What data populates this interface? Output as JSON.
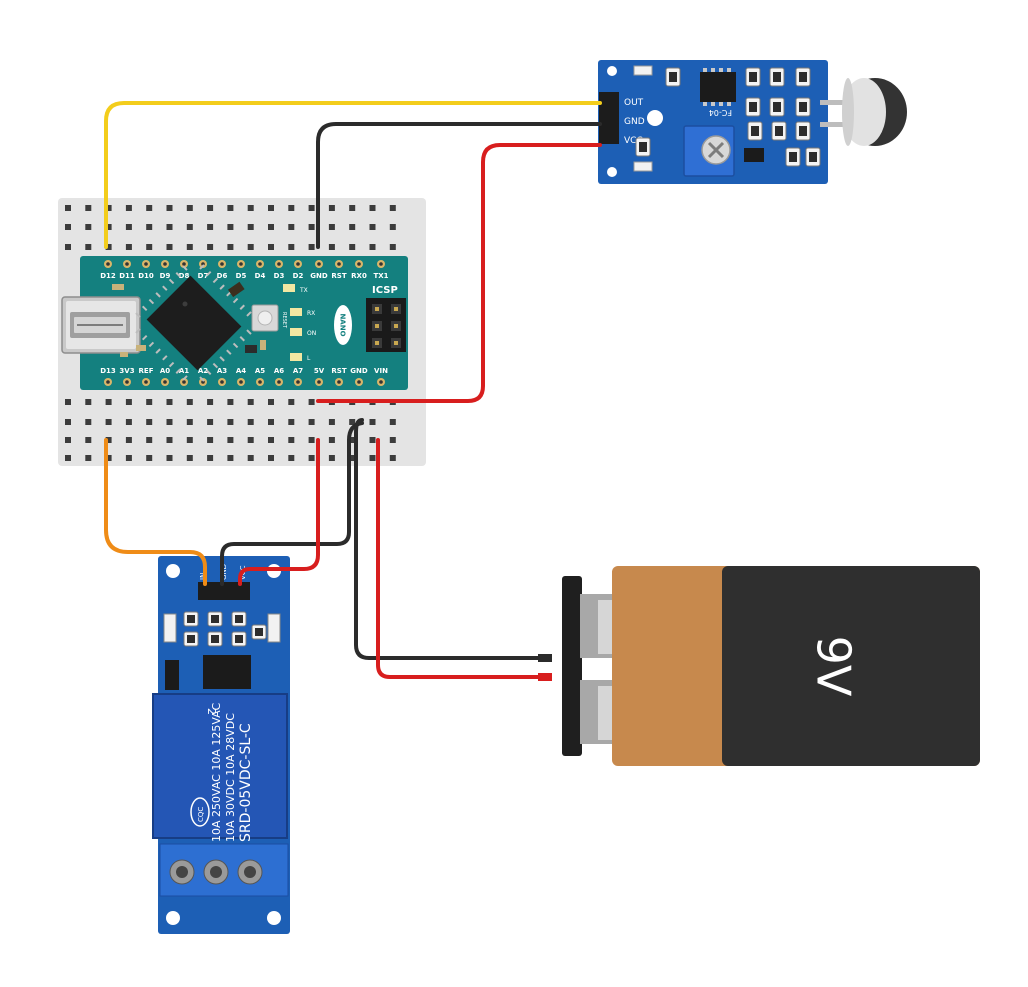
{
  "colors": {
    "breadboard": "#e4e4e4",
    "arduino_pcb": "#14807f",
    "module_pcb": "#1d5fb5",
    "relay_body": "#2456b5",
    "wire_yellow": "#f3cd1c",
    "wire_black": "#2b2b2b",
    "wire_red": "#d81e1e",
    "wire_orange": "#ef8c17",
    "battery_orange": "#c7894d",
    "battery_dark": "#2f2f2f"
  },
  "arduino": {
    "top_pins": [
      "D12",
      "D11",
      "D10",
      "D9",
      "D8",
      "D7",
      "D6",
      "D5",
      "D4",
      "D3",
      "D2",
      "GND",
      "RST",
      "RX0",
      "TX1"
    ],
    "bottom_pins": [
      "D13",
      "3V3",
      "REF",
      "A0",
      "A1",
      "A2",
      "A3",
      "A4",
      "A5",
      "A6",
      "A7",
      "5V",
      "RST",
      "GND",
      "VIN"
    ],
    "icsp_label": "ICSP",
    "nano_label": "NANO",
    "led_labels": [
      "TX",
      "RX",
      "ON",
      "L"
    ],
    "reset_label": "RESET"
  },
  "sound_module": {
    "pin_labels": [
      "OUT",
      "GND",
      "VCC"
    ],
    "chip_label": "FC-04"
  },
  "relay_module": {
    "pin_labels": [
      "IN",
      "GND",
      "VCC"
    ],
    "relay_text": [
      "SRD-05VDC-SL-C",
      "10A 30VDC  10A 28VDC",
      "10A 250VAC  10A 125VAC"
    ],
    "relay_number": "2",
    "cert_label": "CQC"
  },
  "battery": {
    "label": "9V"
  }
}
